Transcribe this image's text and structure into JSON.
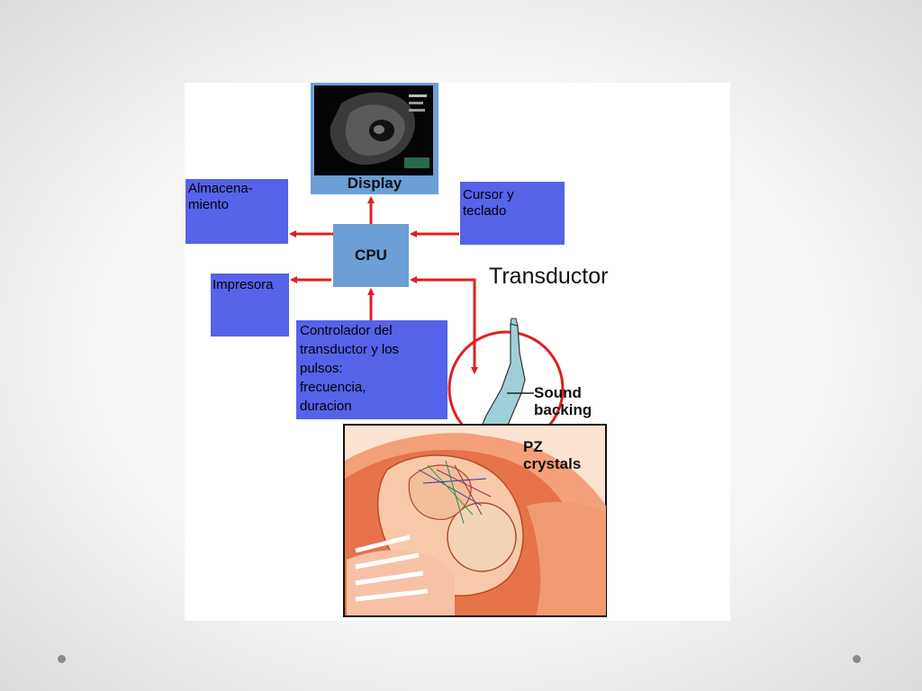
{
  "diagram": {
    "display_label": "Display",
    "cpu_label": "CPU",
    "almacenamiento": "Almacena-\nmiento",
    "cursor_teclado": "Cursor y\nteclado",
    "impresora": "Impresora",
    "controlador": "Controlador del\ntransductor y los\npulsos:\nfrecuencia,\nduracion",
    "transductor": "Transductor",
    "sound_backing": "Sound\nbacking",
    "pz_crystals": "PZ\ncrystals"
  },
  "colors": {
    "box_blue": "#5563e8",
    "cpu_blue": "#6b9fd6",
    "arrow_red": "#e02020",
    "illustration_orange": "#f08a5d"
  }
}
